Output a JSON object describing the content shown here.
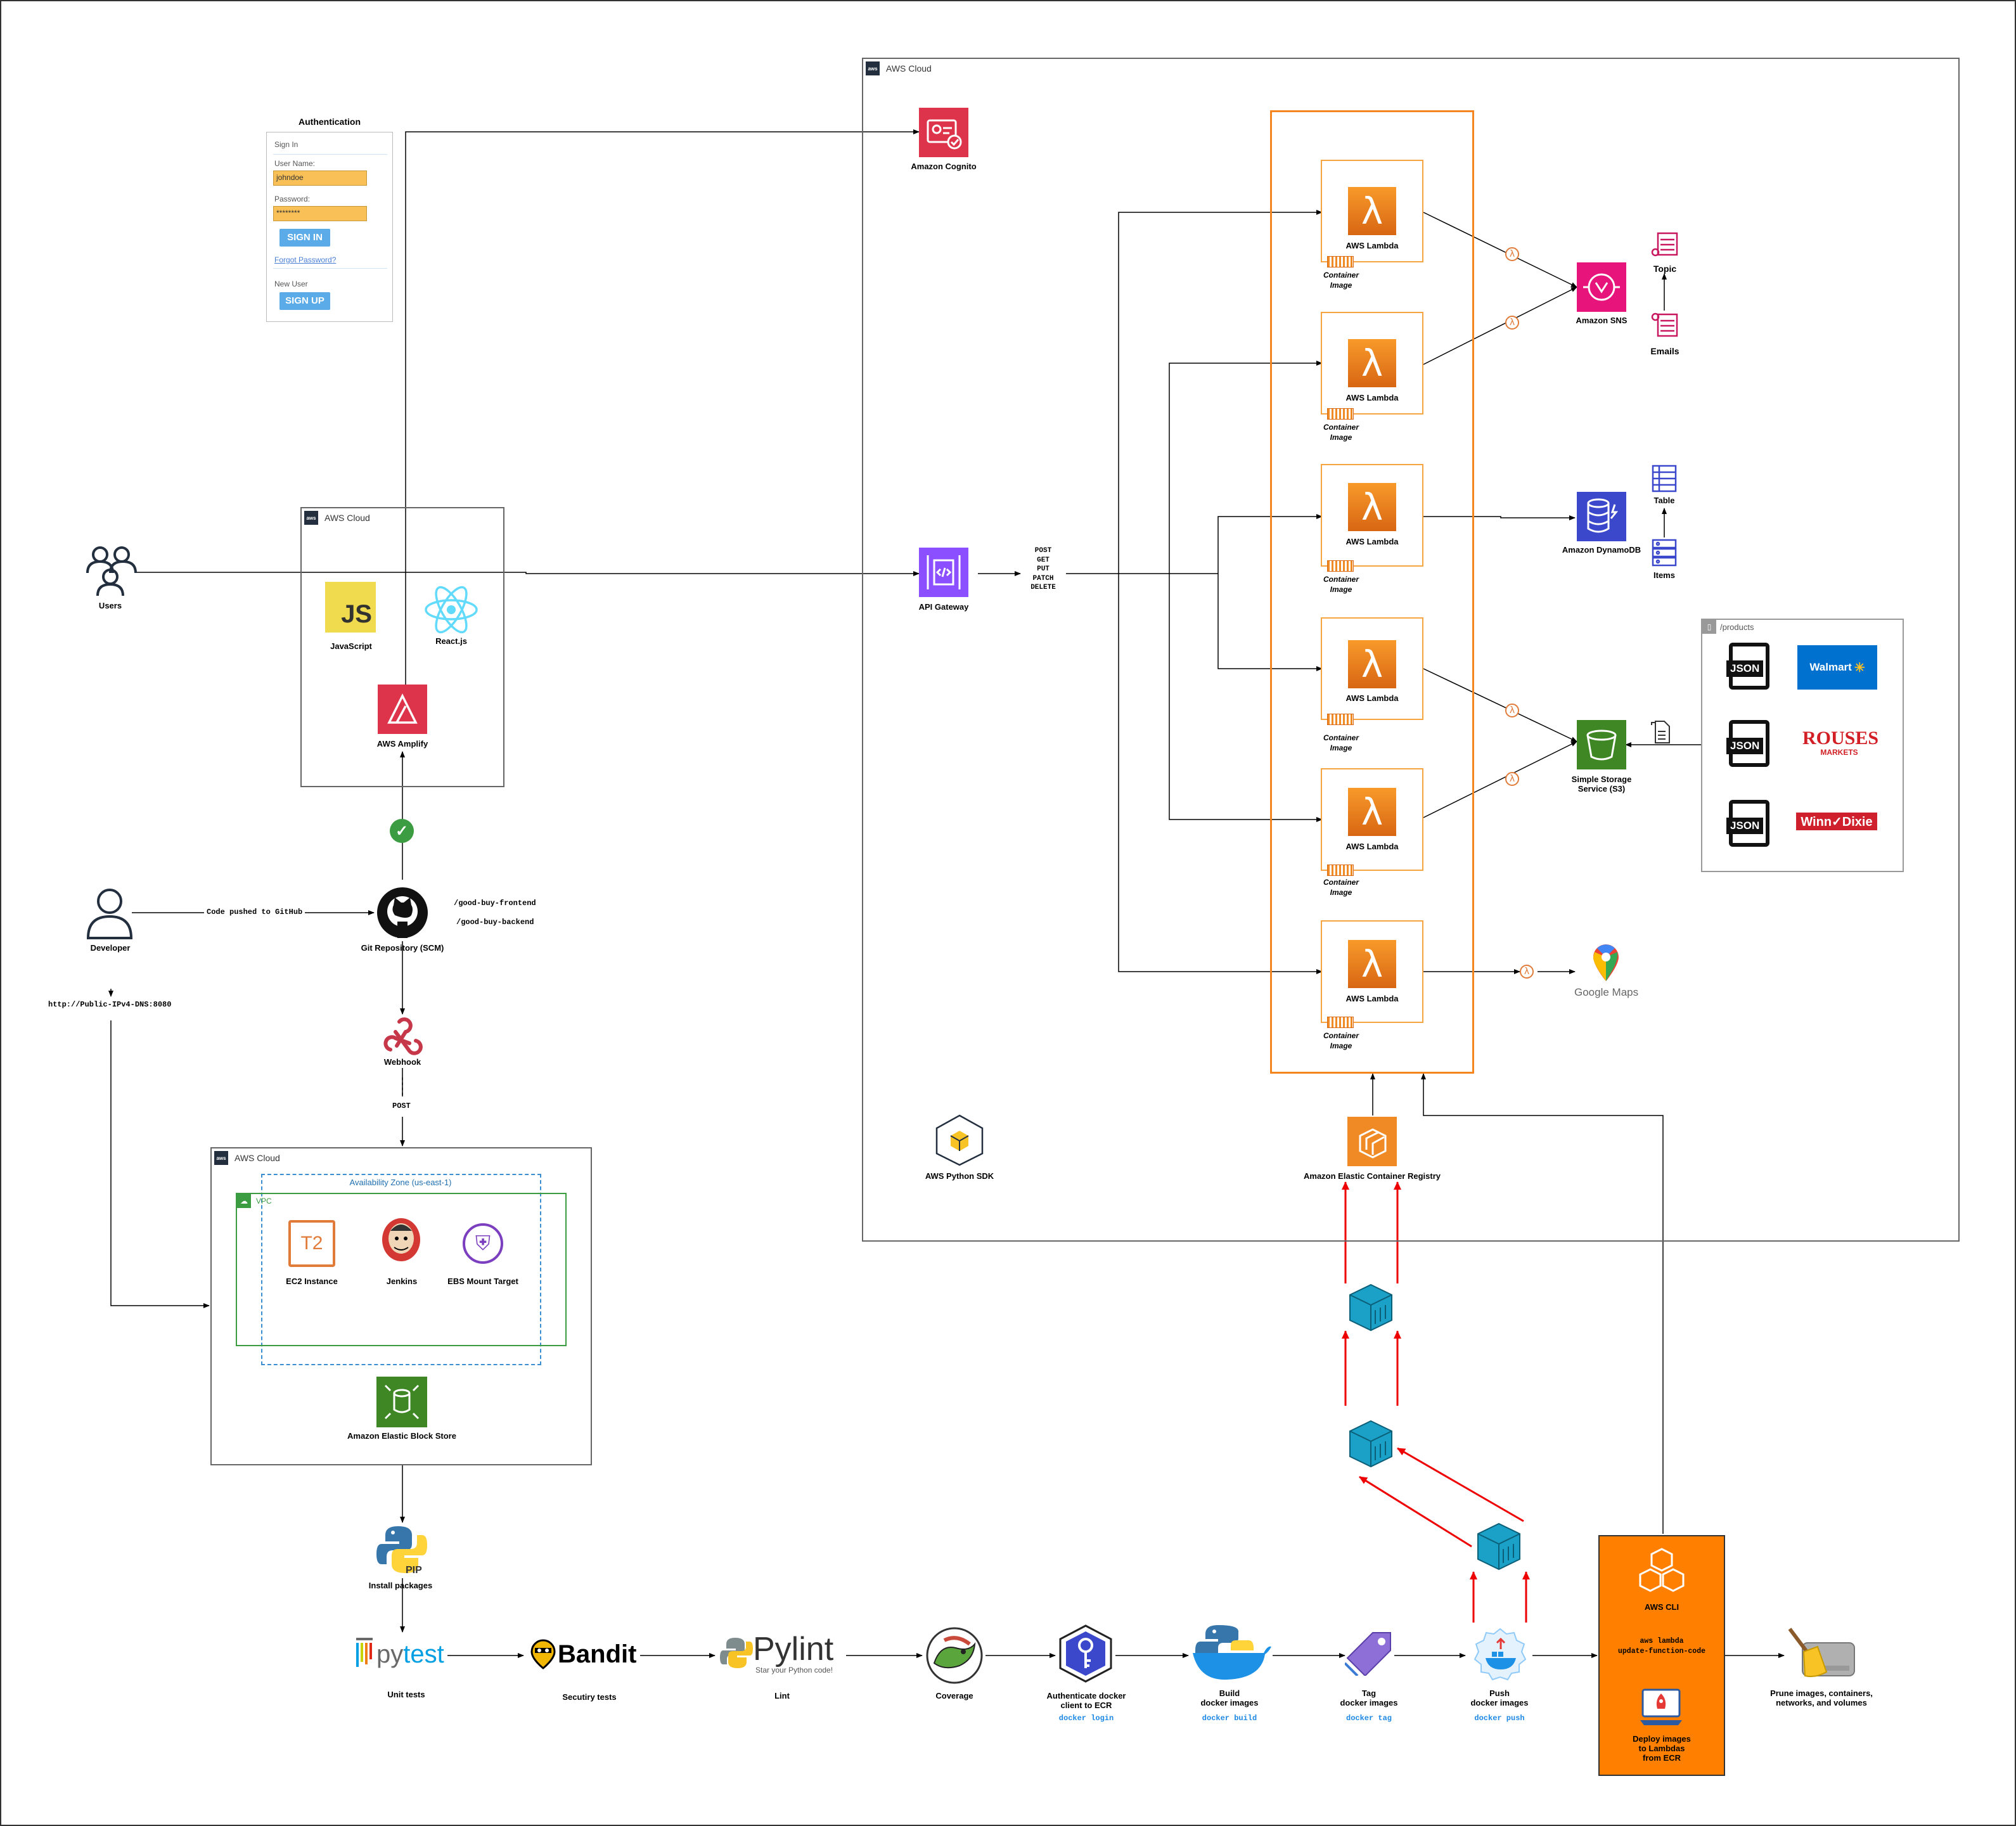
{
  "auth": {
    "title": "Authentication",
    "sign_in": "Sign In",
    "username_label": "User Name:",
    "username_value": "johndoe",
    "password_label": "Password:",
    "password_value": "********",
    "sign_in_button": "SIGN IN",
    "forgot": "Forgot Password?",
    "new_user": "New User",
    "sign_up_button": "SIGN UP"
  },
  "aws_cloud_label": "AWS Cloud",
  "frontend": {
    "javascript": "JavaScript",
    "react": "React.js",
    "amplify": "AWS Amplify"
  },
  "users": "Users",
  "developer": "Developer",
  "edges": {
    "code_pushed": "Code pushed to GitHub",
    "public_dns": "http://Public-IPv4-DNS:8080",
    "post": "POST",
    "methods": [
      "POST",
      "GET",
      "PUT",
      "PATCH",
      "DELETE"
    ]
  },
  "scm": {
    "label": "Git Repository (SCM)",
    "repo_frontend": "/good-buy-frontend",
    "repo_backend": "/good-buy-backend",
    "webhook": "Webhook"
  },
  "jenkins_env": {
    "az": "Availability Zone (us-east-1)",
    "vpc": "VPC",
    "ec2": "EC2 Instance",
    "ec2_icon_text": "T2",
    "jenkins": "Jenkins",
    "ebs_mount": "EBS Mount Target",
    "ebs": "Amazon Elastic Block Store"
  },
  "cloud": {
    "cognito": "Amazon Cognito",
    "api_gateway": "API Gateway",
    "python_sdk": "AWS Python SDK",
    "ecr": "Amazon Elastic Container Registry",
    "lambda": "AWS Lambda",
    "container_image_1": "Container",
    "container_image_2": "Image",
    "sns": "Amazon SNS",
    "topic": "Topic",
    "emails": "Emails",
    "dynamodb": "Amazon DynamoDB",
    "table": "Table",
    "items": "Items",
    "s3_line1": "Simple Storage",
    "s3_line2": "Service (S3)",
    "google_maps": "Google Maps",
    "products": "/products",
    "json": "JSON",
    "walmart": "Walmart",
    "rouses_1": "ROUSES",
    "rouses_2": "MARKETS",
    "winn_dixie": "Winn✓Dixie"
  },
  "pipeline": {
    "pip": "Install packages",
    "pip_text": "PIP",
    "pytest_py": "py",
    "pytest_test": "test",
    "pytest": "Unit tests",
    "bandit_logo": "Bandit",
    "bandit": "Secutiry tests",
    "pylint_logo": "Pylint",
    "pylint_tag": "Star your Python code!",
    "pylint": "Lint",
    "coverage": "Coverage",
    "auth_1": "Authenticate docker",
    "auth_2": "client to ECR",
    "auth_cmd": "docker login",
    "build_1": "Build",
    "build_2": "docker images",
    "build_cmd": "docker build",
    "tag_1": "Tag",
    "tag_2": "docker images",
    "tag_cmd": "docker tag",
    "push_1": "Push",
    "push_2": "docker images",
    "push_cmd": "docker push",
    "aws_cli": "AWS CLI",
    "cli_cmd_1": "aws lambda",
    "cli_cmd_2": "update-function-code",
    "deploy_1": "Deploy images",
    "deploy_2": "to Lambdas",
    "deploy_3": "from ECR",
    "prune_1": "Prune images, containers,",
    "prune_2": "networks, and volumes"
  },
  "colors": {
    "orange": "#ff8000",
    "lambda": "#f08a24",
    "red_arrow": "#ee0000",
    "cognito": "#dd344c",
    "apigw": "#8c4fff",
    "sns": "#e7157b",
    "dynamo": "#3b48cc",
    "s3": "#3f8624",
    "teal_cube": "#1ba1c7"
  }
}
